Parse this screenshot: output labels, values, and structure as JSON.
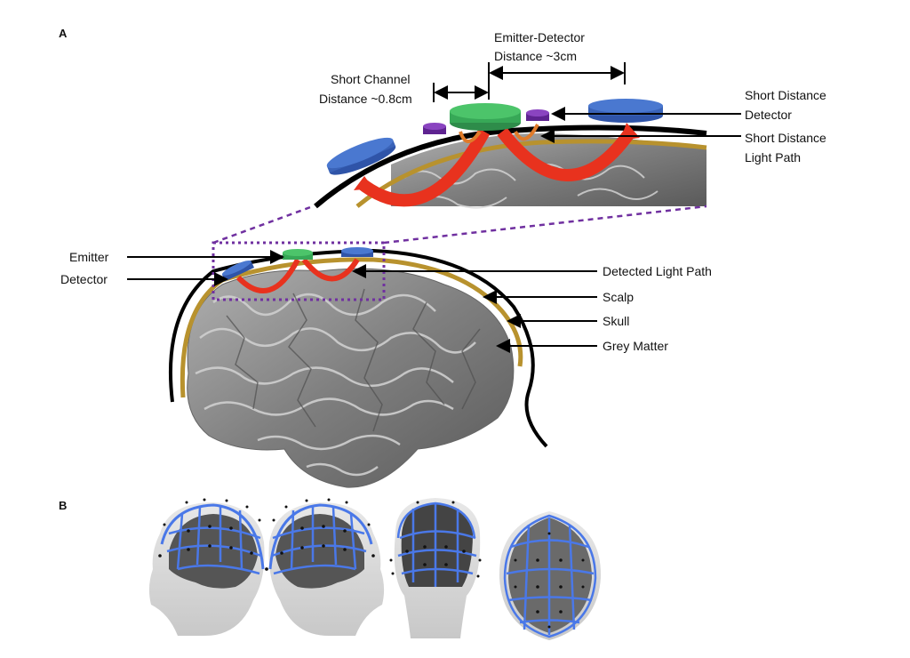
{
  "panels": {
    "a": "A",
    "b": "B"
  },
  "labels": {
    "emitter_detector_distance": [
      "Emitter-Detector",
      "Distance ~3cm"
    ],
    "short_channel_distance": [
      "Short Channel",
      "Distance ~0.8cm"
    ],
    "short_distance_detector": [
      "Short Distance",
      "Detector"
    ],
    "short_distance_light_path": [
      "Short Distance",
      "Light Path"
    ],
    "emitter": "Emitter",
    "detector": "Detector",
    "detected_light_path": "Detected Light Path",
    "scalp": "Scalp",
    "skull": "Skull",
    "grey_matter": "Grey Matter"
  },
  "colors": {
    "emitter": "#3cb371",
    "detector": "#4472c4",
    "short_detector": "#7030a0",
    "light_path": "#e8321e",
    "skull": "#b8922e",
    "scalp": "#000000",
    "brain": "#8a8a8a",
    "montage": "#4a78e8",
    "zoom_box": "#7030a0"
  }
}
